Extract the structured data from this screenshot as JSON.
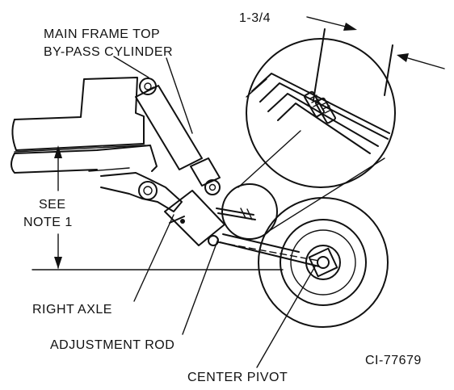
{
  "labels": {
    "main_frame_top": "MAIN FRAME TOP",
    "bypass_cylinder": "BY-PASS CYLINDER",
    "dimension": "1-3/4",
    "see": "SEE",
    "note_1": "NOTE 1",
    "right_axle": "RIGHT AXLE",
    "adjustment_rod": "ADJUSTMENT ROD",
    "center_pivot": "CENTER PIVOT",
    "figure_id": "CI-77679"
  },
  "colors": {
    "ink": "#111111",
    "paper": "#ffffff"
  }
}
